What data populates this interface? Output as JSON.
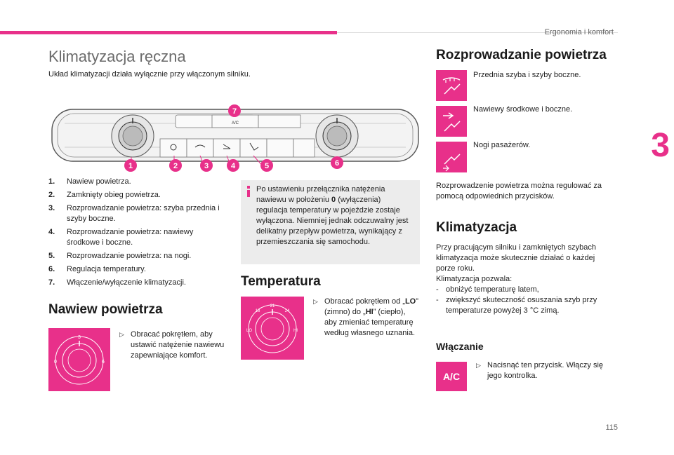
{
  "header": {
    "section": "Ergonomia i komfort"
  },
  "chapter": "3",
  "page_number": "115",
  "manual": {
    "title": "Klimatyzacja ręczna",
    "intro": "Układ klimatyzacji działa wyłącznie przy włączonym silniku.",
    "panel_ac_label": "A/C",
    "callouts": [
      "1",
      "2",
      "3",
      "4",
      "5",
      "6",
      "7"
    ],
    "items": [
      {
        "n": "1.",
        "text": "Nawiew powietrza."
      },
      {
        "n": "2.",
        "text": "Zamknięty obieg powietrza."
      },
      {
        "n": "3.",
        "text": "Rozprowadzanie powietrza: szyba przednia i szyby boczne."
      },
      {
        "n": "4.",
        "text": "Rozprowadzanie powietrza: nawiewy środkowe i boczne."
      },
      {
        "n": "5.",
        "text": "Rozprowadzanie powietrza: na nogi."
      },
      {
        "n": "6.",
        "text": "Regulacja temperatury."
      },
      {
        "n": "7.",
        "text": "Włączenie/wyłączenie klimatyzacji."
      }
    ],
    "info_parts": {
      "before": "Po ustawieniu przełącznika natężenia nawiewu w położeniu ",
      "bold": "0",
      "after": " (wyłączenia) regulacja temperatury w pojeździe zostaje wyłączona. Niemniej jednak odczuwalny jest delikatny przepływ powietrza, wynikający z przemieszczania się samochodu."
    }
  },
  "airflow": {
    "title": "Nawiew powietrza",
    "text": "Obracać pokrętłem, aby ustawić natężenie nawiewu zapewniające komfort.",
    "knob_marks": [
      "3",
      "0",
      "6"
    ]
  },
  "temperature": {
    "title": "Temperatura",
    "text_parts": [
      "Obracać pokrętłem od „",
      "LO",
      "” (zimno) do „",
      "HI",
      "” (ciepło), aby zmieniać temperaturę według własnego uznania."
    ],
    "knob_marks": [
      "18",
      "21",
      "24",
      "LO",
      "HI"
    ]
  },
  "distribution": {
    "title": "Rozprowadzanie powietrza",
    "items": [
      {
        "icon": "windshield-defrost-icon",
        "text": "Przednia szyba i szyby boczne."
      },
      {
        "icon": "face-vents-icon",
        "text": "Nawiewy środkowe i boczne."
      },
      {
        "icon": "feet-vents-icon",
        "text": "Nogi pasażerów."
      }
    ],
    "note": "Rozprowadzenie powietrza można regulować za pomocą odpowiednich przycisków."
  },
  "ac": {
    "title": "Klimatyzacja",
    "text": "Przy pracującym silniku i zamkniętych szybach klimatyzacja może skutecznie działać o każdej porze roku.",
    "allows_label": "Klimatyzacja pozwala:",
    "bullets": [
      "obniżyć temperaturę latem,",
      "zwiększyć skuteczność osuszania szyb przy temperaturze powyżej 3 °C zimą."
    ],
    "enable_title": "Włączanie",
    "enable_text": "Nacisnąć ten przycisk. Włączy się jego kontrolka.",
    "button_label": "A/C"
  },
  "colors": {
    "accent": "#e8308a",
    "info_bg": "#ececec"
  }
}
